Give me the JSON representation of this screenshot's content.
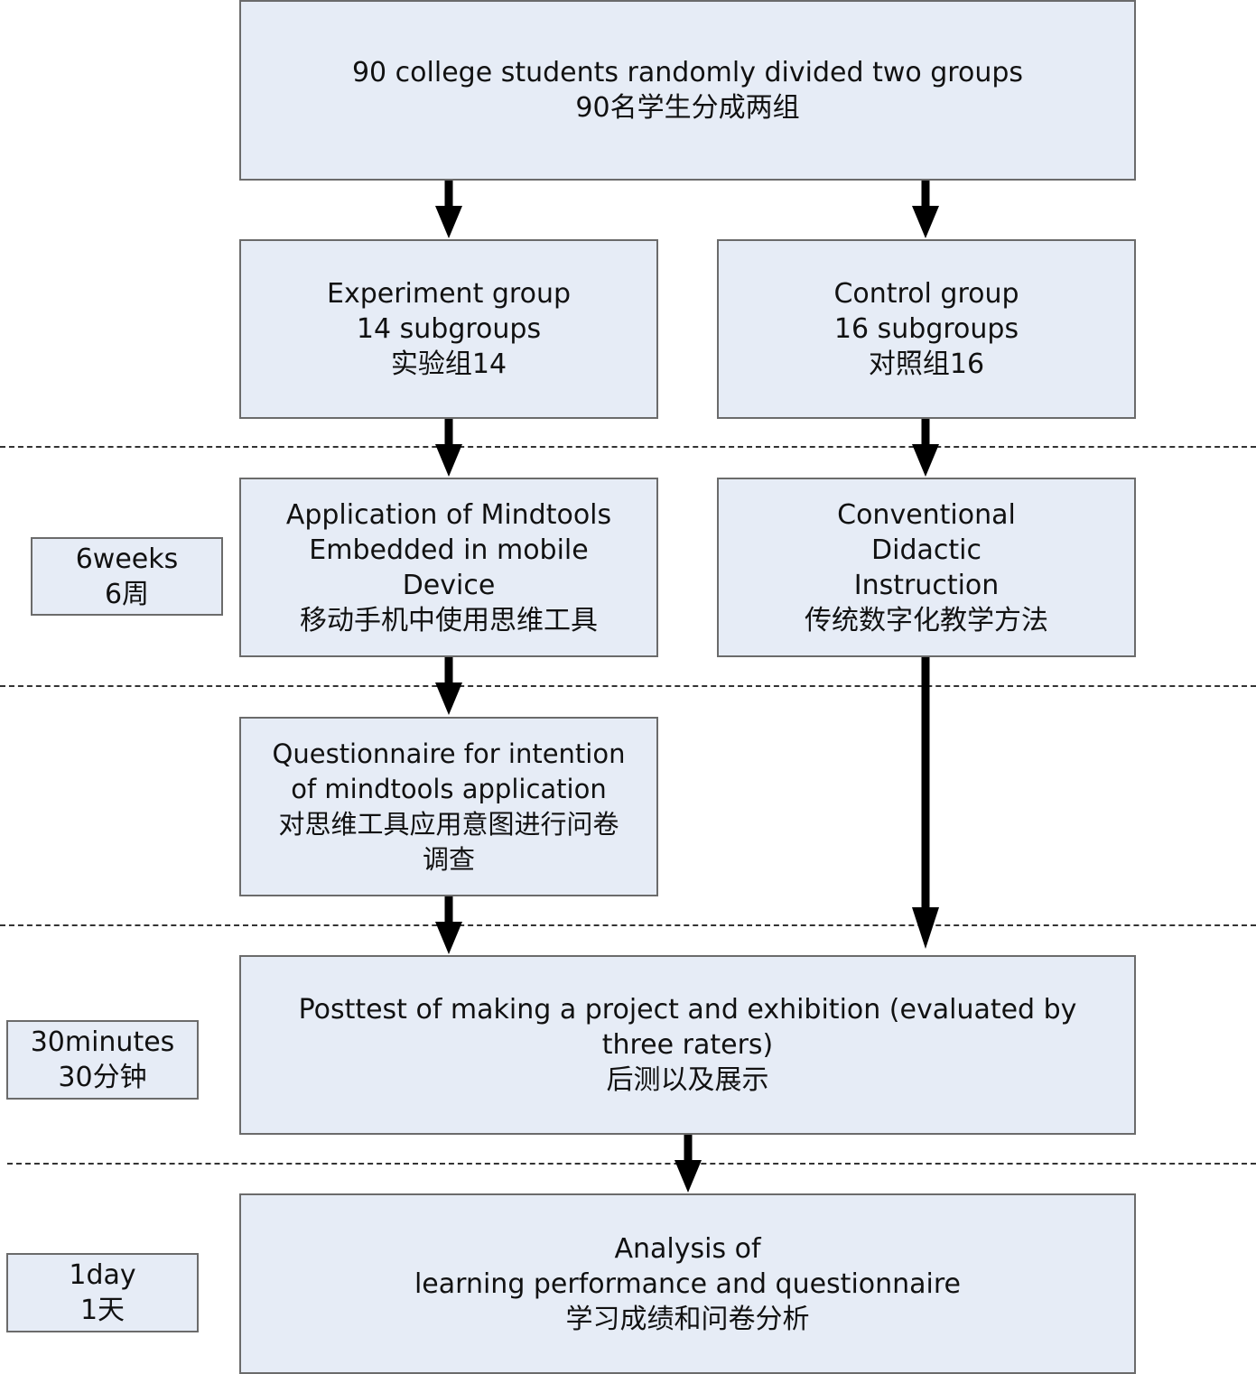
{
  "top": {
    "en": "90 college students randomly divided two groups",
    "zh": "90名学生分成两组"
  },
  "experiment": {
    "l1": "Experiment group",
    "l2": "14 subgroups",
    "zh": "实验组14"
  },
  "control": {
    "l1": "Control group",
    "l2": "16 subgroups",
    "zh": "对照组16"
  },
  "mindtools": {
    "l1": "Application of Mindtools",
    "l2": "Embedded in mobile",
    "l3": "Device",
    "zh": "移动手机中使用思维工具"
  },
  "conventional": {
    "l1": "Conventional",
    "l2": "Didactic",
    "l3": "Instruction",
    "zh": "传统数字化教学方法"
  },
  "questionnaire": {
    "l1": "Questionnaire for intention",
    "l2": "of mindtools application",
    "zh1": "对思维工具应用意图进行问卷",
    "zh2": "调查"
  },
  "posttest": {
    "l1": "Posttest of making a project and exhibition (evaluated by",
    "l2": "three raters)",
    "zh": "后测以及展示"
  },
  "analysis": {
    "l1": "Analysis of",
    "l2": "learning performance and questionnaire",
    "zh": "学习成绩和问卷分析"
  },
  "durations": [
    {
      "en": "6weeks",
      "zh": "6周"
    },
    {
      "en": "30minutes",
      "zh": "30分钟"
    },
    {
      "en": "1day",
      "zh": "1天"
    }
  ]
}
